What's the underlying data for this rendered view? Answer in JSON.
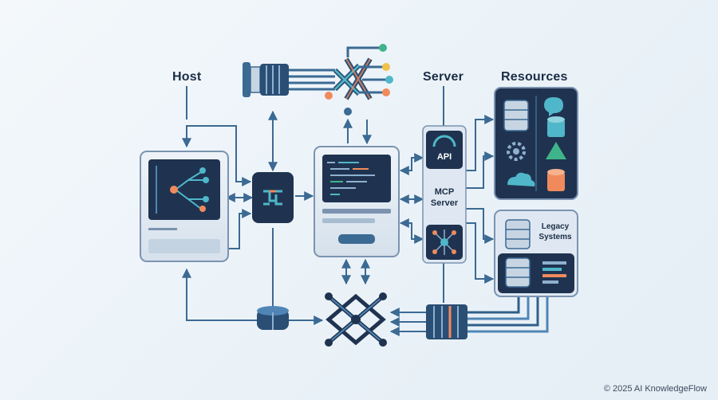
{
  "labels": {
    "host": "Host",
    "server": "Server",
    "resources": "Resources"
  },
  "server_modules": {
    "api": "API",
    "mcp": "MCP\nServer"
  },
  "resources_panel": {
    "legacy": "Legacy\nSystems"
  },
  "footer": "© 2025 AI KnowledgeFlow",
  "colors": {
    "navy": "#1f3350",
    "line": "#3b6a93",
    "frame": "#7b93b0",
    "panel": "#dfe8f2",
    "accent_teal": "#4fb7c9",
    "accent_orange": "#f08a5d",
    "accent_green": "#3fb38a"
  }
}
